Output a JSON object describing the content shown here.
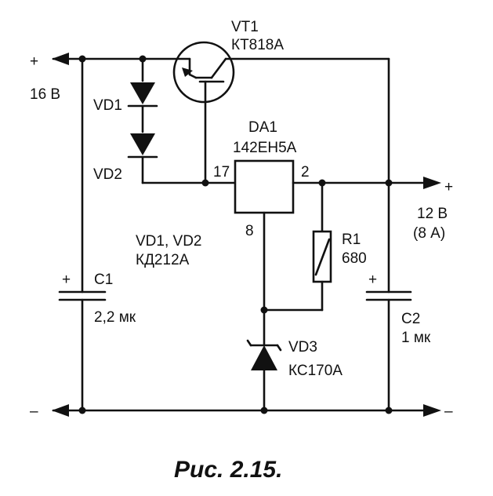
{
  "labels": {
    "plus_in": "+",
    "v_in": "16 В",
    "vd1": "VD1",
    "vd2": "VD2",
    "vt1_name": "VT1",
    "vt1_type": "КТ818А",
    "da1_name": "DA1",
    "da1_type": "142ЕН5А",
    "pin17": "17",
    "pin2": "2",
    "pin8": "8",
    "plus_out": "+",
    "v_out": "12 В",
    "i_out": "(8 А)",
    "diodes_names": "VD1, VD2",
    "diodes_type": "КД212А",
    "c1_plus": "+",
    "c1_name": "С1",
    "c1_value": "2,2 мк",
    "r1_name": "R1",
    "r1_value": "680",
    "c2_plus": "+",
    "c2_name": "С2",
    "c2_value": "1 мк",
    "vd3_name": "VD3",
    "vd3_type": "КС170А",
    "minus_left": "–",
    "minus_right": "–"
  },
  "caption": "Рис. 2.15."
}
